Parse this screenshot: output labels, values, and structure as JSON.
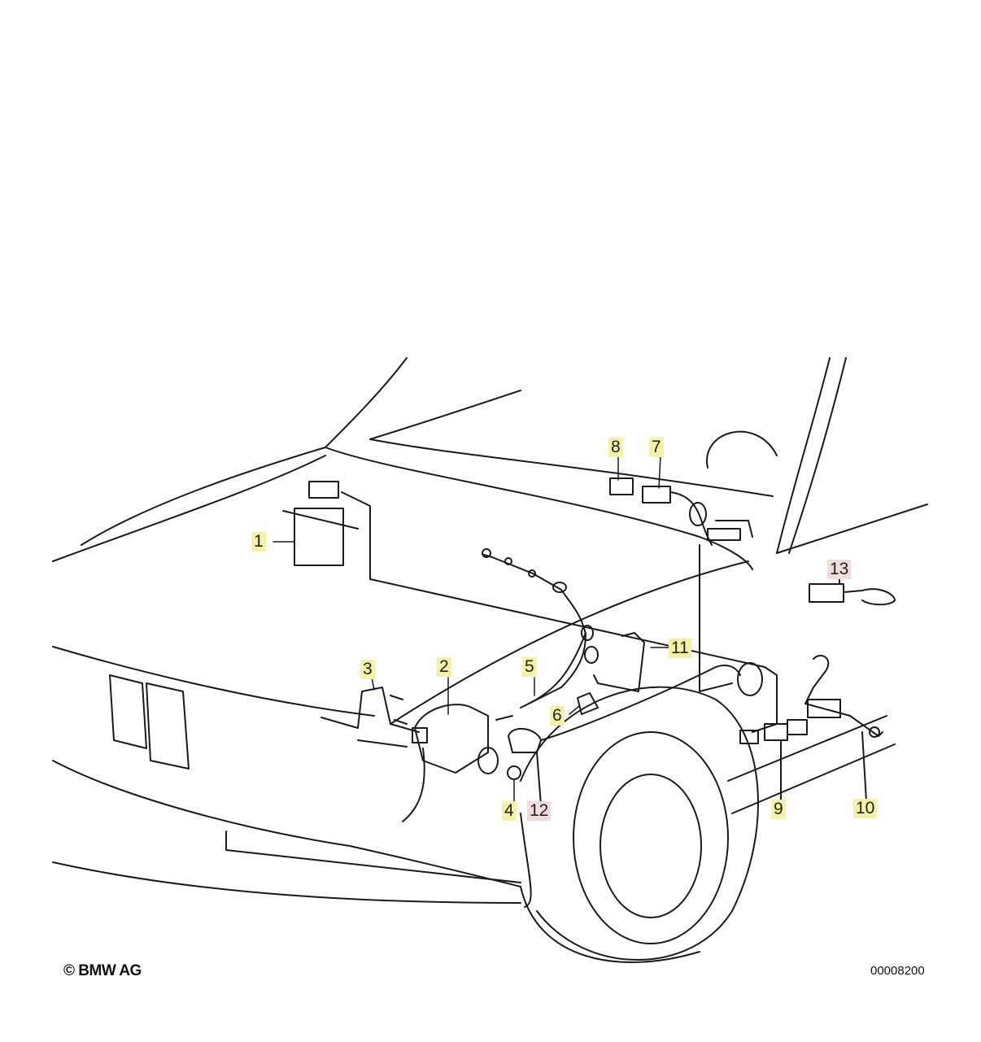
{
  "diagram": {
    "callouts": [
      {
        "id": 1,
        "label": "1",
        "highlight": "yellow"
      },
      {
        "id": 2,
        "label": "2",
        "highlight": "yellow"
      },
      {
        "id": 3,
        "label": "3",
        "highlight": "yellow"
      },
      {
        "id": 4,
        "label": "4",
        "highlight": "yellow"
      },
      {
        "id": 5,
        "label": "5",
        "highlight": "yellow"
      },
      {
        "id": 6,
        "label": "6",
        "highlight": "yellow"
      },
      {
        "id": 7,
        "label": "7",
        "highlight": "yellow"
      },
      {
        "id": 8,
        "label": "8",
        "highlight": "yellow"
      },
      {
        "id": 9,
        "label": "9",
        "highlight": "yellow"
      },
      {
        "id": 10,
        "label": "10",
        "highlight": "yellow"
      },
      {
        "id": 11,
        "label": "11",
        "highlight": "yellow"
      },
      {
        "id": 12,
        "label": "12",
        "highlight": "pink"
      },
      {
        "id": 13,
        "label": "13",
        "highlight": "pink"
      }
    ],
    "colors": {
      "yellow": "#f4f2a6",
      "pink": "#f1dcdc",
      "line": "#1a1a1a"
    }
  },
  "footer": {
    "copyright": "© BMW AG",
    "part_number": "00008200"
  }
}
